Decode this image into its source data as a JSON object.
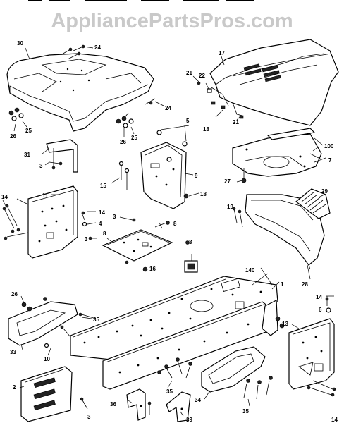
{
  "watermark": "AppliancePartsPros.com",
  "callouts": [
    {
      "id": "c30",
      "text": "30"
    },
    {
      "id": "c24a",
      "text": "24"
    },
    {
      "id": "c17",
      "text": "17"
    },
    {
      "id": "c21a",
      "text": "21"
    },
    {
      "id": "c22",
      "text": "22"
    },
    {
      "id": "c25a",
      "text": "25"
    },
    {
      "id": "c26a",
      "text": "26"
    },
    {
      "id": "c24b",
      "text": "24"
    },
    {
      "id": "c26b",
      "text": "26"
    },
    {
      "id": "c25b",
      "text": "25"
    },
    {
      "id": "c5",
      "text": "5"
    },
    {
      "id": "c18a",
      "text": "18"
    },
    {
      "id": "c21b",
      "text": "21"
    },
    {
      "id": "c100",
      "text": "100"
    },
    {
      "id": "c31",
      "text": "31"
    },
    {
      "id": "c3a",
      "text": "3"
    },
    {
      "id": "c7",
      "text": "7"
    },
    {
      "id": "c27",
      "text": "27"
    },
    {
      "id": "c9",
      "text": "9"
    },
    {
      "id": "c15",
      "text": "15"
    },
    {
      "id": "c18b",
      "text": "18"
    },
    {
      "id": "c29",
      "text": "29"
    },
    {
      "id": "c14a",
      "text": "14"
    },
    {
      "id": "c11",
      "text": "11"
    },
    {
      "id": "c19",
      "text": "19"
    },
    {
      "id": "c14b",
      "text": "14"
    },
    {
      "id": "c4",
      "text": "4"
    },
    {
      "id": "c3b",
      "text": "3"
    },
    {
      "id": "c8a",
      "text": "8"
    },
    {
      "id": "c3c",
      "text": "3"
    },
    {
      "id": "c8b",
      "text": "8"
    },
    {
      "id": "c3d",
      "text": "3"
    },
    {
      "id": "c16",
      "text": "16"
    },
    {
      "id": "c140",
      "text": "140"
    },
    {
      "id": "c28",
      "text": "28"
    },
    {
      "id": "c1",
      "text": "1"
    },
    {
      "id": "c26c",
      "text": "26"
    },
    {
      "id": "c14c",
      "text": "14"
    },
    {
      "id": "c6",
      "text": "6"
    },
    {
      "id": "c35a",
      "text": "35"
    },
    {
      "id": "c13",
      "text": "13"
    },
    {
      "id": "c33",
      "text": "33"
    },
    {
      "id": "c10",
      "text": "10"
    },
    {
      "id": "c2",
      "text": "2"
    },
    {
      "id": "c35b",
      "text": "35"
    },
    {
      "id": "c34",
      "text": "34"
    },
    {
      "id": "c3e",
      "text": "3"
    },
    {
      "id": "c36",
      "text": "36"
    },
    {
      "id": "c39",
      "text": "39"
    },
    {
      "id": "c35c",
      "text": "35"
    },
    {
      "id": "c14d",
      "text": "14"
    }
  ]
}
